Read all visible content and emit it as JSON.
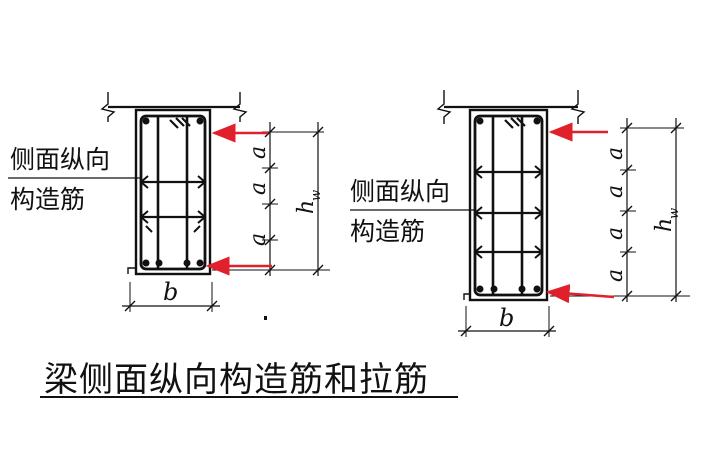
{
  "caption": "梁侧面纵向构造筋和拉筋",
  "diagrams": [
    {
      "label_line1": "侧面纵向",
      "label_line2": "构造筋",
      "spacing_symbol": "a",
      "height_symbol": "h",
      "height_subscript": "w",
      "width_symbol": "b"
    },
    {
      "label_line1": "侧面纵向",
      "label_line2": "构造筋",
      "spacing_symbol": "a",
      "height_symbol": "h",
      "height_subscript": "w",
      "width_symbol": "b"
    }
  ],
  "colors": {
    "ink": "#111111",
    "arrow": "#e0202a"
  }
}
